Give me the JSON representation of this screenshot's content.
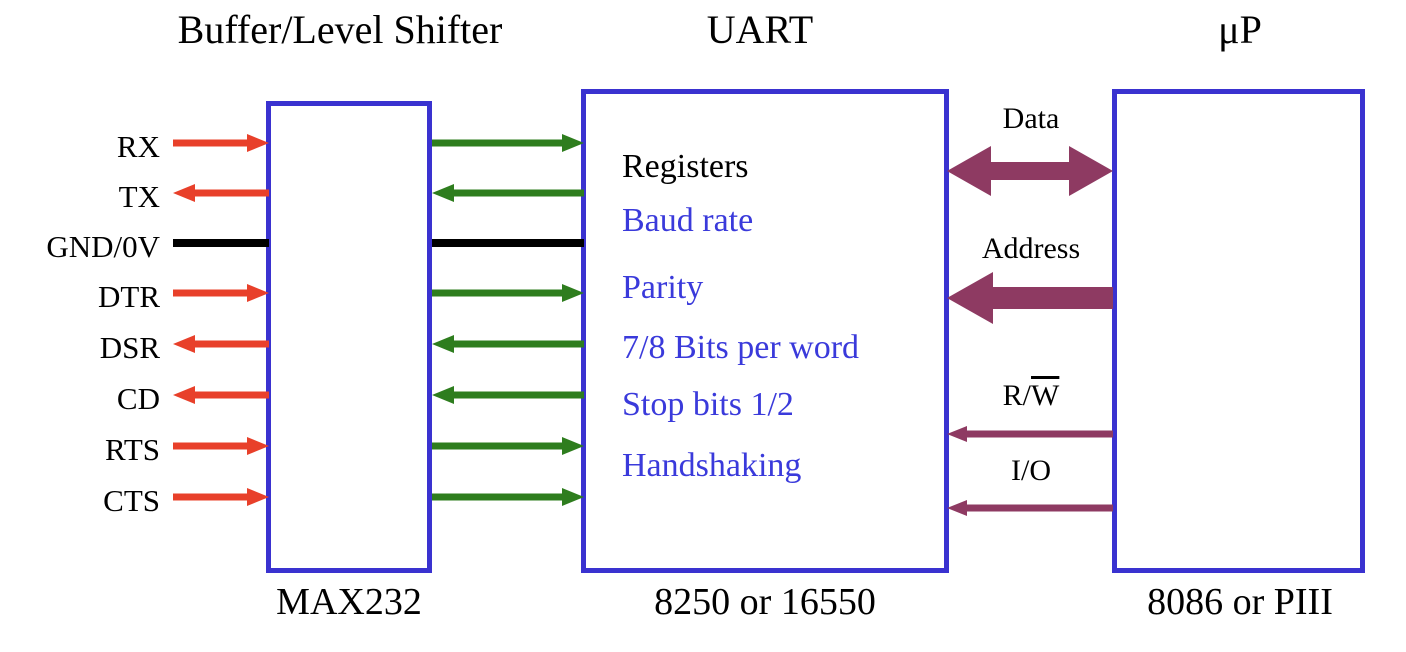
{
  "diagram": {
    "title_blocks": [
      {
        "id": "buffer",
        "label": "Buffer/Level Shifter"
      },
      {
        "id": "uart",
        "label": "UART"
      },
      {
        "id": "up",
        "label": "μP"
      }
    ],
    "box_captions": [
      {
        "id": "max232",
        "label": "MAX232"
      },
      {
        "id": "uart_chip",
        "label": "8250 or 16550"
      },
      {
        "id": "cpu_chip",
        "label": "8086 or PIII"
      }
    ],
    "serial_pins": [
      {
        "name": "RX",
        "direction": "right"
      },
      {
        "name": "TX",
        "direction": "left"
      },
      {
        "name": "GND/0V",
        "direction": "none"
      },
      {
        "name": "DTR",
        "direction": "right"
      },
      {
        "name": "DSR",
        "direction": "left"
      },
      {
        "name": "CD",
        "direction": "left"
      },
      {
        "name": "RTS",
        "direction": "right"
      },
      {
        "name": "CTS",
        "direction": "right"
      }
    ],
    "buffer_to_uart": [
      {
        "direction": "right"
      },
      {
        "direction": "left"
      },
      {
        "direction": "none"
      },
      {
        "direction": "right"
      },
      {
        "direction": "left"
      },
      {
        "direction": "left"
      },
      {
        "direction": "right"
      },
      {
        "direction": "right"
      }
    ],
    "uart_registers": {
      "header": "Registers",
      "items": [
        "Baud rate",
        "Parity",
        "7/8 Bits per word",
        "Stop bits 1/2",
        "Handshaking"
      ]
    },
    "cpu_bus": [
      {
        "name": "Data",
        "label": "Data",
        "style": "block",
        "direction": "both"
      },
      {
        "name": "Address",
        "label": "Address",
        "style": "block",
        "direction": "left"
      },
      {
        "name": "read-write",
        "label": "R/W",
        "style": "line",
        "direction": "left",
        "overline_part": "W"
      },
      {
        "name": "io",
        "label": "I/O",
        "style": "line",
        "direction": "left"
      }
    ],
    "colors": {
      "box_border": "#3A32D0",
      "serial_arrow": "#E8402A",
      "internal_arrow": "#2E7D1E",
      "ground_line": "#000000",
      "bus_arrow": "#8E3A62",
      "register_text": "#3A3ADB",
      "label_text": "#000000",
      "background": "#FFFFFF"
    }
  }
}
